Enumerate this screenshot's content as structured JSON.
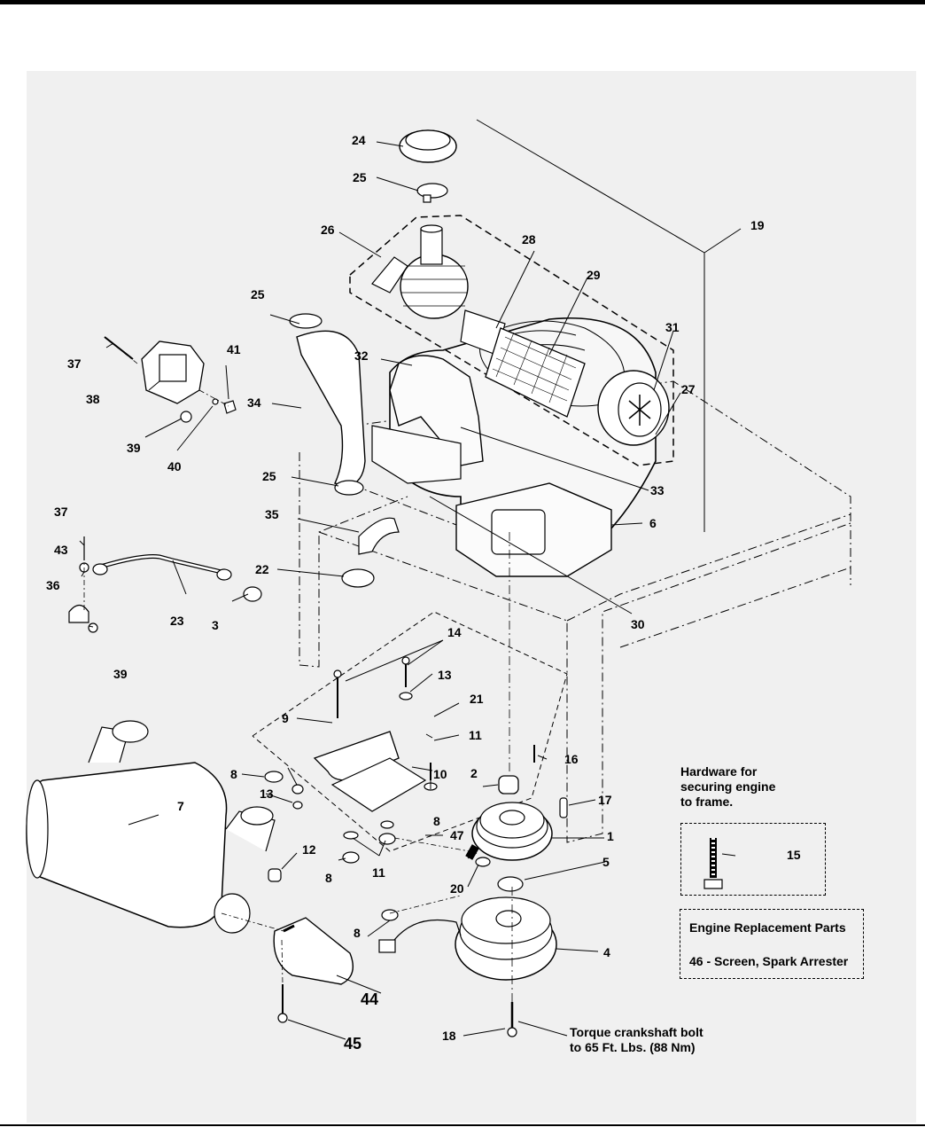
{
  "callouts": {
    "c1": "1",
    "c2": "2",
    "c3": "3",
    "c4": "4",
    "c5": "5",
    "c6": "6",
    "c7": "7",
    "c8a": "8",
    "c8b": "8",
    "c8c": "8",
    "c8d": "8",
    "c9": "9",
    "c10": "10",
    "c11a": "11",
    "c11b": "11",
    "c12": "12",
    "c13a": "13",
    "c13b": "13",
    "c14": "14",
    "c15": "15",
    "c16": "16",
    "c17": "17",
    "c18": "18",
    "c19": "19",
    "c20": "20",
    "c21": "21",
    "c22": "22",
    "c23": "23",
    "c24": "24",
    "c25a": "25",
    "c25b": "25",
    "c25c": "25",
    "c26": "26",
    "c27": "27",
    "c28": "28",
    "c29": "29",
    "c30": "30",
    "c31": "31",
    "c32": "32",
    "c33": "33",
    "c34": "34",
    "c35": "35",
    "c36": "36",
    "c37a": "37",
    "c37b": "37",
    "c38": "38",
    "c39a": "39",
    "c39b": "39",
    "c40": "40",
    "c41": "41",
    "c43": "43",
    "c44": "44",
    "c45": "45",
    "c47": "47"
  },
  "notes": {
    "hardware": [
      "Hardware for",
      "securing engine",
      "to frame."
    ],
    "torque": [
      "Torque crankshaft bolt",
      "to 65 Ft. Lbs. (88 Nm)"
    ]
  },
  "replacement_box": {
    "title": "Engine Replacement Parts",
    "item": "46 - Screen, Spark Arrester"
  }
}
